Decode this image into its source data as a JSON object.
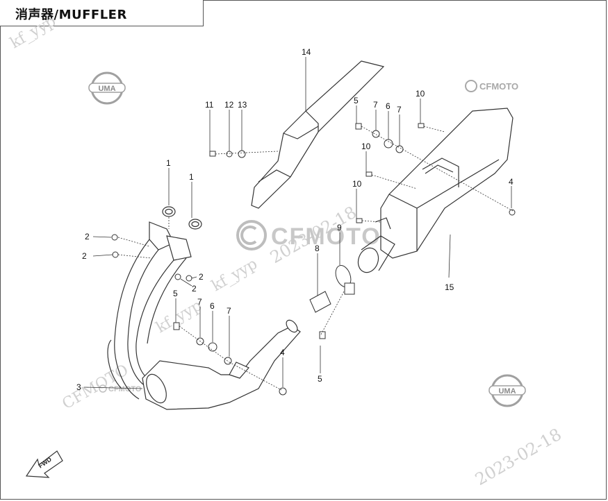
{
  "title": "消声器/MUFFLER",
  "brands": {
    "uma_logo": "UMA",
    "cfmoto_small": "CFMOTO",
    "cfmoto_large": "CFMOTO"
  },
  "watermarks": {
    "date1": "2023-02-18",
    "date2": "2023-02-18",
    "date3": "2023-02-18",
    "user1": "kf_yyp",
    "user2": "kf_yyp",
    "user3": "kf_yyp",
    "cfmoto": "CFMOTO"
  },
  "callouts": {
    "c1a": "1",
    "c1b": "1",
    "c2a": "2",
    "c2b": "2",
    "c2c": "2",
    "c2d": "2",
    "c3": "3",
    "c4a": "4",
    "c4b": "4",
    "c5a": "5",
    "c5b": "5",
    "c5c": "5",
    "c6a": "6",
    "c6b": "6",
    "c7a": "7",
    "c7b": "7",
    "c7c": "7",
    "c7d": "7",
    "c8": "8",
    "c9": "9",
    "c10a": "10",
    "c10b": "10",
    "c10c": "10",
    "c11": "11",
    "c12": "12",
    "c13": "13",
    "c14": "14",
    "c15": "15"
  },
  "fwd_label": "FWD",
  "colors": {
    "line": "#333333",
    "watermark": "#d0d0d0",
    "logo_gray": "#9a9a9a"
  }
}
